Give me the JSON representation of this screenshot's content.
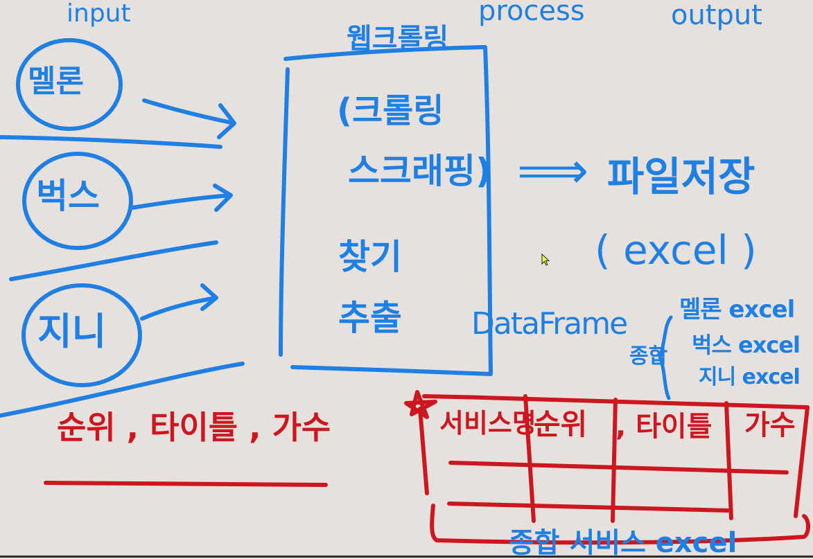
{
  "colors": {
    "background": "#e6e1dc",
    "blue_ink": "#1f7fe3",
    "red_ink": "#cc1720"
  },
  "headers": {
    "input": "input",
    "process": "process",
    "output": "output"
  },
  "inputs": [
    "멜론",
    "벅스",
    "지니"
  ],
  "process": {
    "title": "웹크롤링",
    "line1": "(크롤링",
    "line2": "스크래핑)",
    "step_find": "찾기",
    "step_extract": "추출"
  },
  "output": {
    "arrow": "⟹",
    "save_label": "파일저장",
    "format": "( excel )",
    "dataframe": "DataFrame",
    "combine_label": "종합",
    "files": [
      "멜론 excel",
      "벅스 excel",
      "지니 excel"
    ]
  },
  "fields_note": "순위 , 타이틀 , 가수",
  "result_table": {
    "columns": [
      "서비스명",
      "순위",
      ", 타이틀",
      "가수"
    ],
    "footer": "종합 서비스 excel"
  }
}
